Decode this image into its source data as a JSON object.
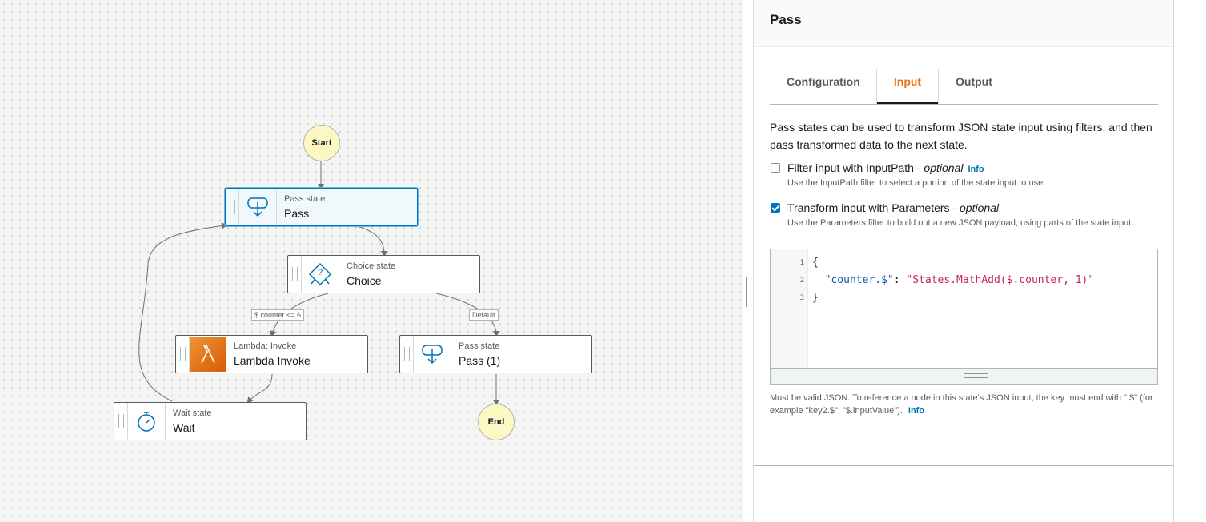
{
  "canvas": {
    "start_label": "Start",
    "end_label": "End",
    "states": [
      {
        "id": "pass",
        "type_label": "Pass state",
        "name": "Pass",
        "icon": "pass-icon",
        "selected": true
      },
      {
        "id": "choice",
        "type_label": "Choice state",
        "name": "Choice",
        "icon": "choice-icon",
        "selected": false
      },
      {
        "id": "lambda",
        "type_label": "Lambda: Invoke",
        "name": "Lambda Invoke",
        "icon": "lambda-icon",
        "selected": false
      },
      {
        "id": "pass1",
        "type_label": "Pass state",
        "name": "Pass (1)",
        "icon": "pass-icon",
        "selected": false
      },
      {
        "id": "wait",
        "type_label": "Wait state",
        "name": "Wait",
        "icon": "stopwatch-icon",
        "selected": false
      }
    ],
    "edge_labels": {
      "choice_rule": "$.counter <= 6",
      "default": "Default"
    }
  },
  "panel": {
    "title": "Pass",
    "tabs": [
      {
        "label": "Configuration",
        "active": false
      },
      {
        "label": "Input",
        "active": true
      },
      {
        "label": "Output",
        "active": false
      }
    ],
    "description": "Pass states can be used to transform JSON state input using filters, and then pass transformed data to the next state.",
    "options": [
      {
        "label": "Filter input with InputPath - ",
        "optional": "optional",
        "info": "Info",
        "checked": false,
        "help": "Use the InputPath filter to select a portion of the state input to use."
      },
      {
        "label": "Transform input with Parameters - ",
        "optional": "optional",
        "info": "",
        "checked": true,
        "help": "Use the Parameters filter to build out a new JSON payload, using parts of the state input."
      }
    ],
    "editor": {
      "line_numbers": [
        "1",
        "2",
        "3"
      ],
      "lines": [
        "{",
        "  \"counter.$\": \"States.MathAdd($.counter, 1)\"",
        "}"
      ],
      "key": "\"counter.$\"",
      "value": "\"States.MathAdd($.counter, 1)\""
    },
    "footnote": "Must be valid JSON. To reference a node in this state's JSON input, the key must end with \".$\" (for example \"key2.$\": \"$.inputValue\").",
    "footnote_info": "Info"
  },
  "colors": {
    "accent": "#ec7211",
    "link": "#0073bb",
    "selected_border": "#0073bb",
    "terminal_fill": "#fdf7c4"
  }
}
